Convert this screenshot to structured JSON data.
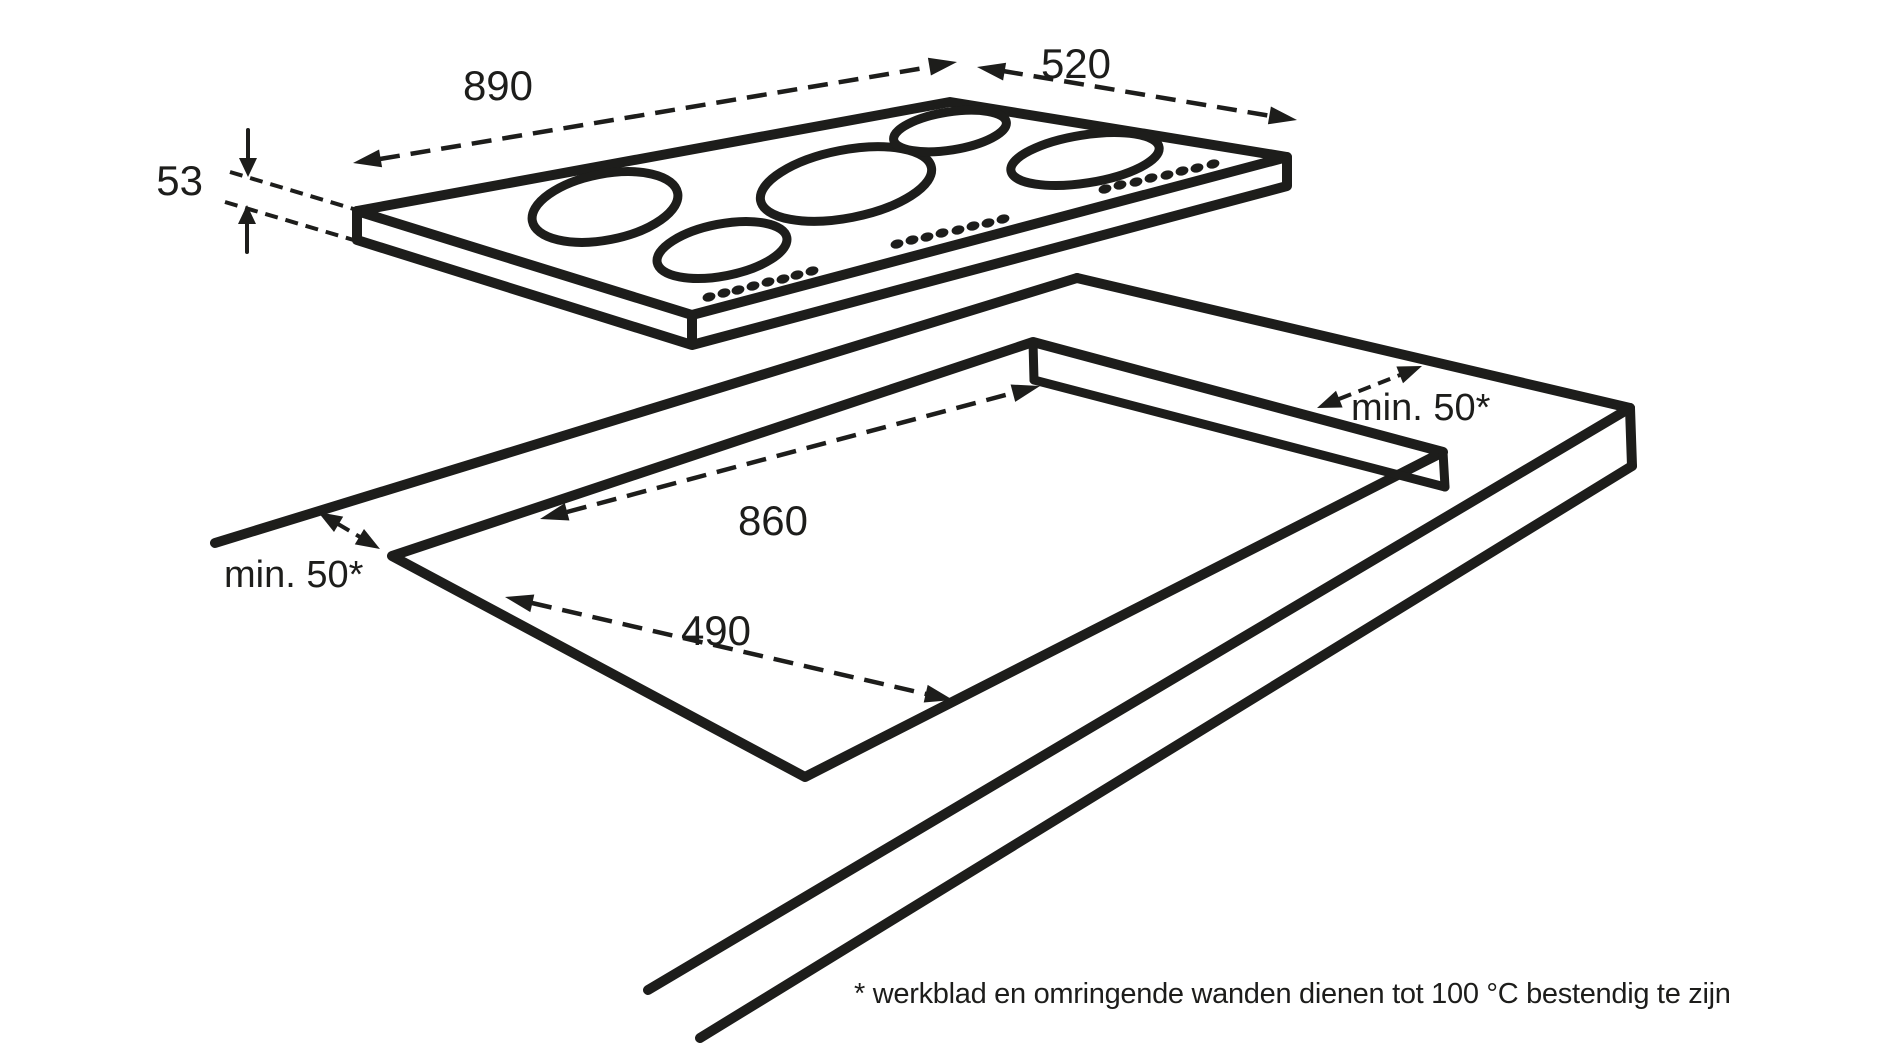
{
  "diagram": {
    "type": "installation-drawing",
    "subject": "built-in hob above worktop cutout",
    "ink_color": "#1d1d1b",
    "background_color": "#ffffff",
    "hob": {
      "burner_count": 5,
      "control_dot_rows": 3,
      "dimensions": {
        "width": "890",
        "depth": "520",
        "height": "53"
      }
    },
    "cutout": {
      "dimensions": {
        "length": "860",
        "width": "490"
      }
    },
    "clearance": {
      "left": "min. 50*",
      "right": "min. 50*"
    },
    "footnote": "* werkblad en omringende wanden dienen tot 100 °C bestendig te zijn"
  }
}
